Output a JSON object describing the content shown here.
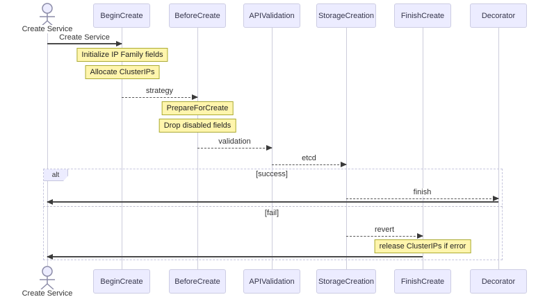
{
  "diagram": {
    "type": "sequence-diagram",
    "actor": {
      "label": "Create Service"
    },
    "participants": [
      {
        "label": "BeginCreate"
      },
      {
        "label": "BeforeCreate"
      },
      {
        "label": "APIValidation"
      },
      {
        "label": "StorageCreation"
      },
      {
        "label": "FinishCreate"
      },
      {
        "label": "Decorator"
      }
    ],
    "messages": [
      {
        "label": "Create Service",
        "from": "Create Service",
        "to": "BeginCreate",
        "style": "solid"
      },
      {
        "label": "strategy",
        "from": "BeginCreate",
        "to": "BeforeCreate",
        "style": "dashed"
      },
      {
        "label": "validation",
        "from": "BeforeCreate",
        "to": "APIValidation",
        "style": "dashed"
      },
      {
        "label": "etcd",
        "from": "APIValidation",
        "to": "StorageCreation",
        "style": "dashed"
      },
      {
        "label": "finish",
        "from": "StorageCreation",
        "to": "Decorator",
        "style": "dashed",
        "branch": "[success]"
      },
      {
        "label": "",
        "from": "Decorator",
        "to": "Create Service",
        "style": "solid",
        "branch": "[success]"
      },
      {
        "label": "revert",
        "from": "StorageCreation",
        "to": "FinishCreate",
        "style": "dashed",
        "branch": "[fail]"
      },
      {
        "label": "",
        "from": "FinishCreate",
        "to": "Create Service",
        "style": "solid",
        "branch": "[fail]"
      }
    ],
    "notes": [
      {
        "text": "Initialize IP Family fields",
        "over": "BeginCreate"
      },
      {
        "text": "Allocate ClusterIPs",
        "over": "BeginCreate"
      },
      {
        "text": "PrepareForCreate",
        "over": "BeforeCreate"
      },
      {
        "text": "Drop disabled fields",
        "over": "BeforeCreate"
      },
      {
        "text": "release ClusterIPs if error",
        "over": "FinishCreate"
      }
    ],
    "alt_frame": {
      "label": "alt",
      "sections": [
        "[success]",
        "[fail]"
      ]
    },
    "colors": {
      "participant_fill": "#ECECFF",
      "participant_border": "#CCCCE3",
      "note_fill": "#FFF5AD",
      "note_border": "#AAAA33",
      "arrow": "#4A4A4A",
      "lifeline": "#CCCCDB",
      "frame_border": "#C5C5DD",
      "text": "#333333",
      "actor_stroke": "#8C8CA8"
    }
  }
}
